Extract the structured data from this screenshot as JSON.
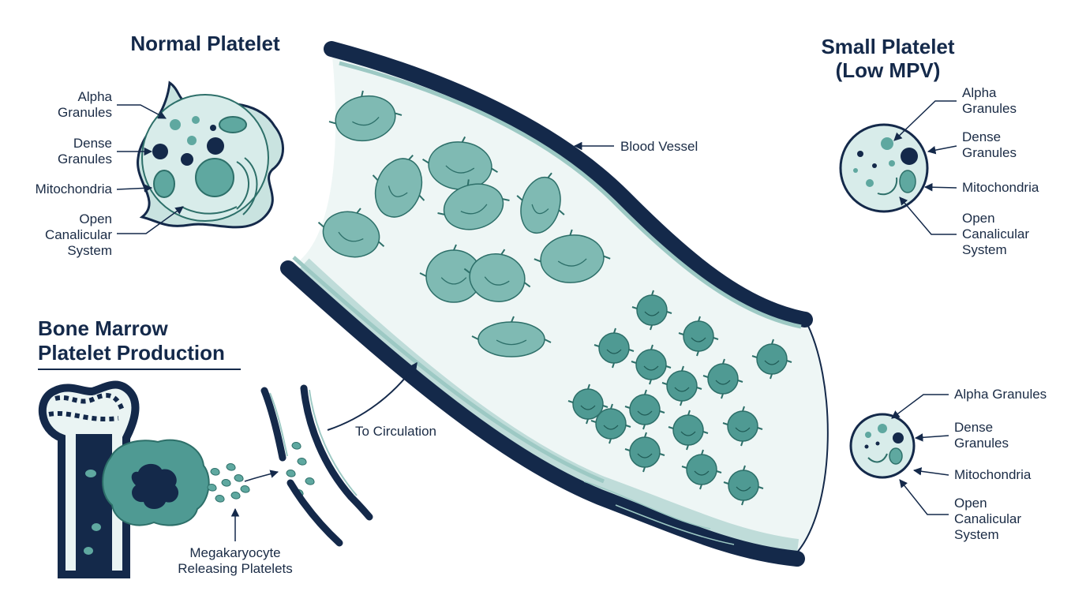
{
  "normal_platelet": {
    "title": "Normal Platelet",
    "labels": {
      "alpha": "Alpha\nGranules",
      "dense": "Dense\nGranules",
      "mito": "Mitochondria",
      "ocs": "Open\nCanalicular\nSystem"
    }
  },
  "small_platelet": {
    "title": "Small Platelet\n(Low MPV)",
    "labels": {
      "alpha": "Alpha\nGranules",
      "dense": "Dense\nGranules",
      "mito": "Mitochondria",
      "ocs": "Open\nCanalicular\nSystem"
    }
  },
  "small_platelet_2": {
    "labels": {
      "alpha": "Alpha Granules",
      "dense": "Dense\nGranules",
      "mito": "Mitochondria",
      "ocs": "Open\nCanalicular\nSystem"
    }
  },
  "vessel": {
    "label": "Blood Vessel"
  },
  "bone_marrow": {
    "title": "Bone Marrow\nPlatelet Production",
    "to_circulation": "To Circulation",
    "megakaryocyte": "Megakaryocyte\nReleasing Platelets"
  },
  "colors": {
    "navy": "#14294a",
    "teal": "#5fa8a0",
    "teal_light": "#cfe5e3",
    "teal_dark": "#3d8a83"
  }
}
